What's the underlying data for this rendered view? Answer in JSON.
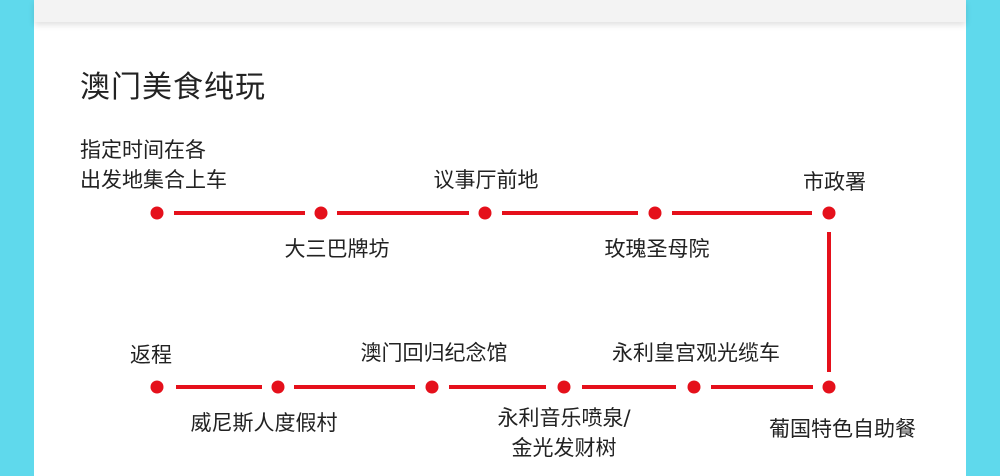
{
  "title": "澳门美食纯玩",
  "route_color": "#e5101b",
  "stops": {
    "s1": "指定时间在各\n出发地集合上车",
    "s2": "大三巴牌坊",
    "s3": "议事厅前地",
    "s4": "玫瑰圣母院",
    "s5": "市政署",
    "s6": "葡国特色自助餐",
    "s7": "永利皇宫观光缆车",
    "s8": "永利音乐喷泉/\n金光发财树",
    "s9": "澳门回归纪念馆",
    "s10": "威尼斯人度假村",
    "s11": "返程"
  }
}
